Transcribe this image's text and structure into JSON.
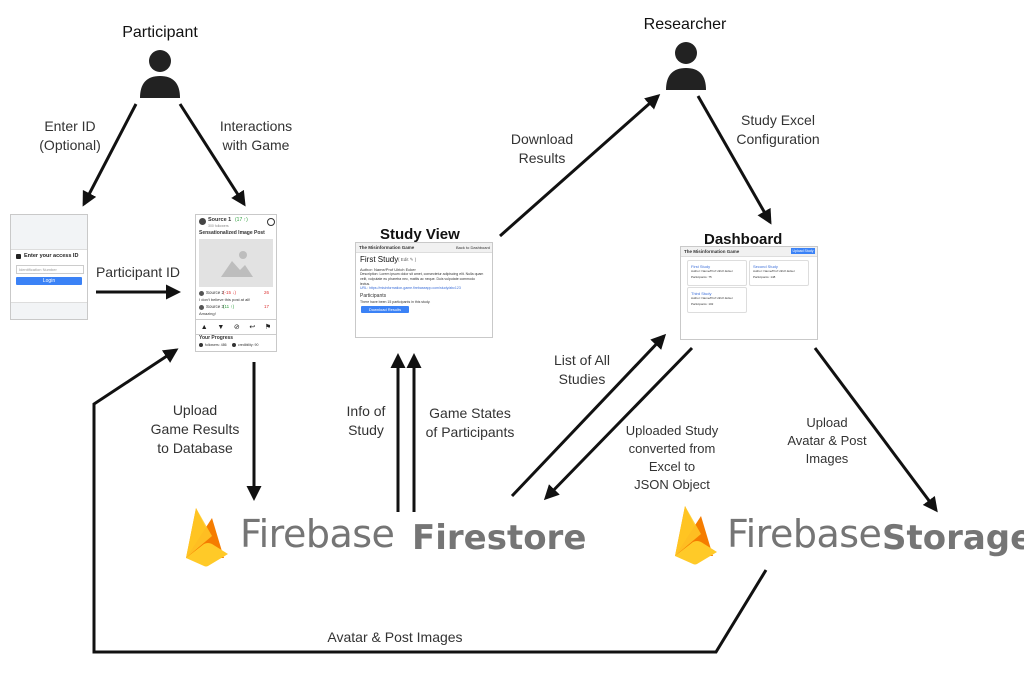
{
  "roles": {
    "participant": "Participant",
    "researcher": "Researcher"
  },
  "titles": {
    "study_view": "Study View",
    "dashboard": "Dashboard"
  },
  "edges": {
    "enter_id": "Enter ID\n(Optional)",
    "interactions": "Interactions\nwith Game",
    "participant_id": "Participant ID",
    "upload_results": "Upload\nGame Results\nto Database",
    "info_of_study": "Info of\nStudy",
    "game_states": "Game States\nof Participants",
    "download_results": "Download\nResults",
    "study_excel": "Study Excel\nConfiguration",
    "list_of_studies": "List of All\nStudies",
    "uploaded_study": "Uploaded Study\nconverted from\nExcel to\nJSON Object",
    "upload_avatar": "Upload\nAvatar & Post\nImages",
    "avatar_post_images": "Avatar & Post Images"
  },
  "firebase": {
    "word": "Firebase",
    "firestore": "Firestore",
    "storage": "Storage"
  },
  "login_screen": {
    "title": "Enter your access ID",
    "placeholder": "Identification Number",
    "button": "Login"
  },
  "game_screen": {
    "source1": "Source 1",
    "source1_meta": "(17 ↑)",
    "source1_sub": "300 followers",
    "post_title": "Sensationalized Image Post",
    "c1_source": "Source 2",
    "c1_meta": "(-15 ↓)",
    "c1_text": "I don't believe this post at all!",
    "c1_likes": "26",
    "c2_source": "Source 3",
    "c2_meta": "(11 ↑)",
    "c2_text": "Amazing!",
    "c2_likes": "17",
    "progress_title": "Your Progress",
    "followers": "followers: 486",
    "credibility": "credibility: 90"
  },
  "study_screen": {
    "app": "The Misinformation Game",
    "back": "Back to Dashboard",
    "title": "First Study",
    "edit": "( Edit ✎ )",
    "author": "Author: Name/Prof Ulrich Ecker",
    "description": "Description: Lorem ipsum dolor sit amet, consectetur adipiscing elit. Nulla quam velit, vulputate eu pharetra nec, mattis ac neque. Duis vulputate commodo lectus.",
    "url": "URL: https://misinformation-game.firebaseapp.com/study/abc123",
    "participants_title": "Participants",
    "participants_text": "There have been 15 participants in this study.",
    "download": "Download Results"
  },
  "dash_screen": {
    "app": "The Misinformation Game",
    "upload": "Upload Study",
    "cards": [
      {
        "name": "First Study",
        "author": "Author: Name/Prof Ulrich Ecker",
        "participants": "Participants: 75"
      },
      {
        "name": "Second Study",
        "author": "Author: Name/Prof Ulrich Ecker",
        "participants": "Participants: 148"
      },
      {
        "name": "Third Study",
        "author": "Author: Name/Prof Ulrich Ecker",
        "participants": "Participants: 102"
      }
    ]
  },
  "colors": {
    "arrow": "#111111",
    "firebase_text": "#757575",
    "flame_yellow": "#FFCA28",
    "flame_amber": "#FFA000",
    "flame_orange": "#F57C00",
    "button_blue": "#3b82f6"
  }
}
